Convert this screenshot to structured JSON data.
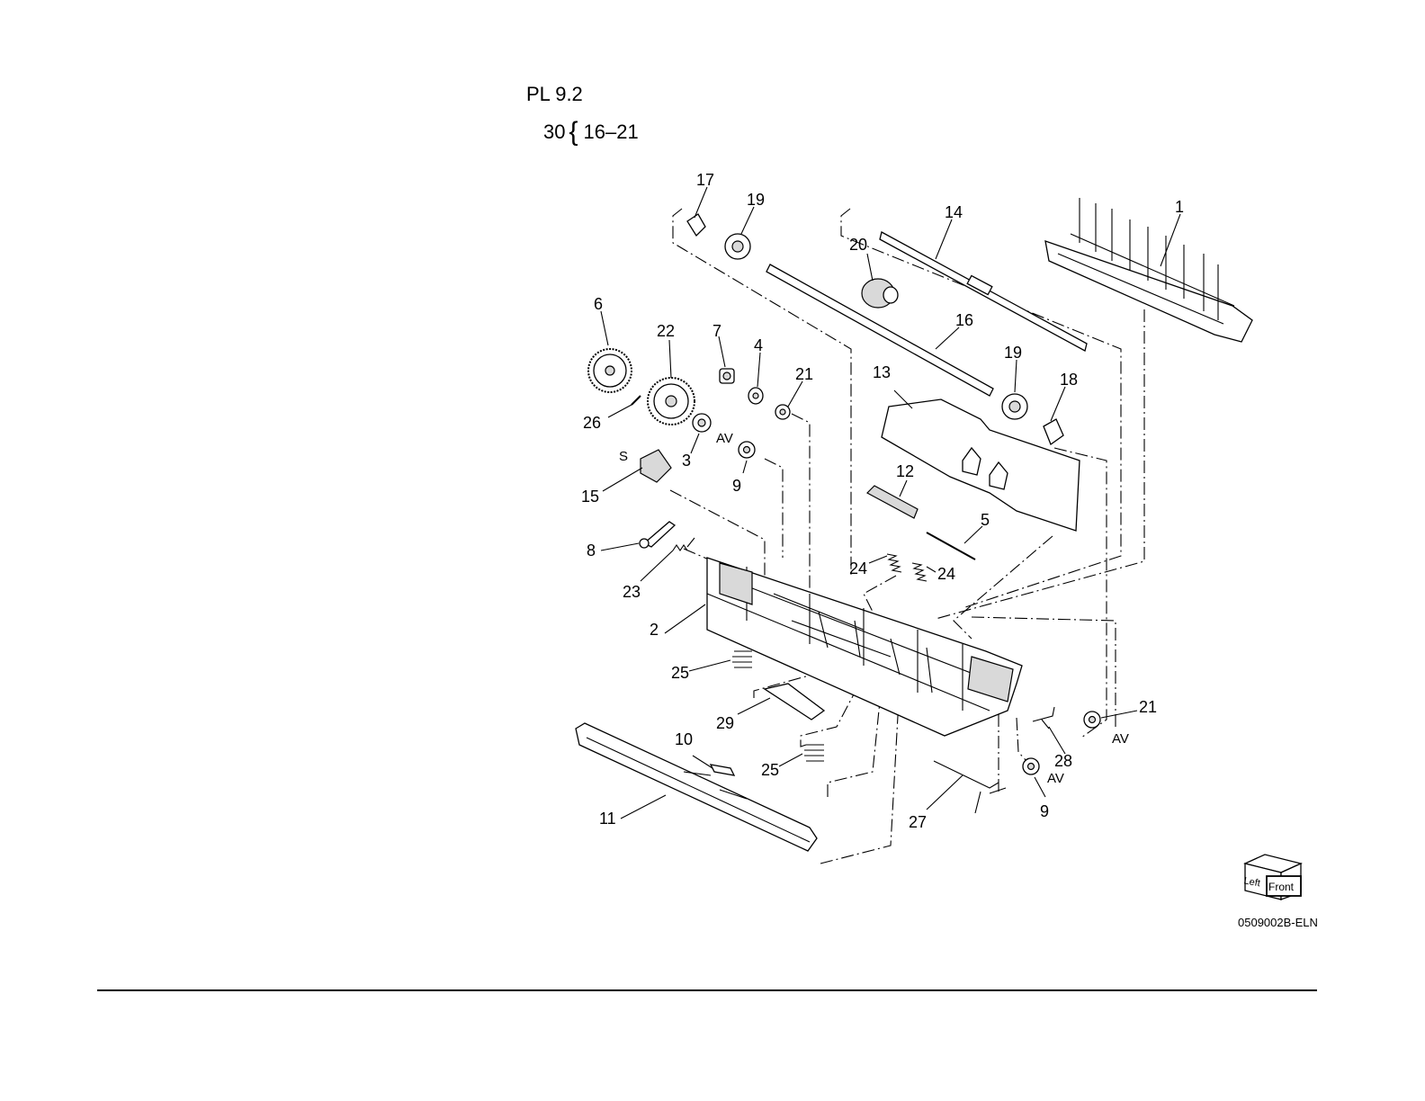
{
  "header": {
    "plate_id": "PL 9.2",
    "group_ref": "30",
    "group_range": "16–21"
  },
  "callouts": {
    "c1": "1",
    "c2": "2",
    "c3": "3",
    "c4": "4",
    "c5": "5",
    "c6": "6",
    "c7": "7",
    "c8": "8",
    "c9a": "9",
    "c9b": "9",
    "c10": "10",
    "c11": "11",
    "c12": "12",
    "c13": "13",
    "c14": "14",
    "c15": "15",
    "c16": "16",
    "c17": "17",
    "c18": "18",
    "c19a": "19",
    "c19b": "19",
    "c20": "20",
    "c21a": "21",
    "c21b": "21",
    "c22": "22",
    "c23": "23",
    "c24a": "24",
    "c24b": "24",
    "c25a": "25",
    "c25b": "25",
    "c26": "26",
    "c27": "27",
    "c28": "28",
    "c29": "29"
  },
  "marks": {
    "av1": "AV",
    "av2": "AV",
    "av3": "AV",
    "s1": "S"
  },
  "orientation": {
    "left": "Left",
    "front": "Front"
  },
  "figure_id": "0509002B-ELN"
}
